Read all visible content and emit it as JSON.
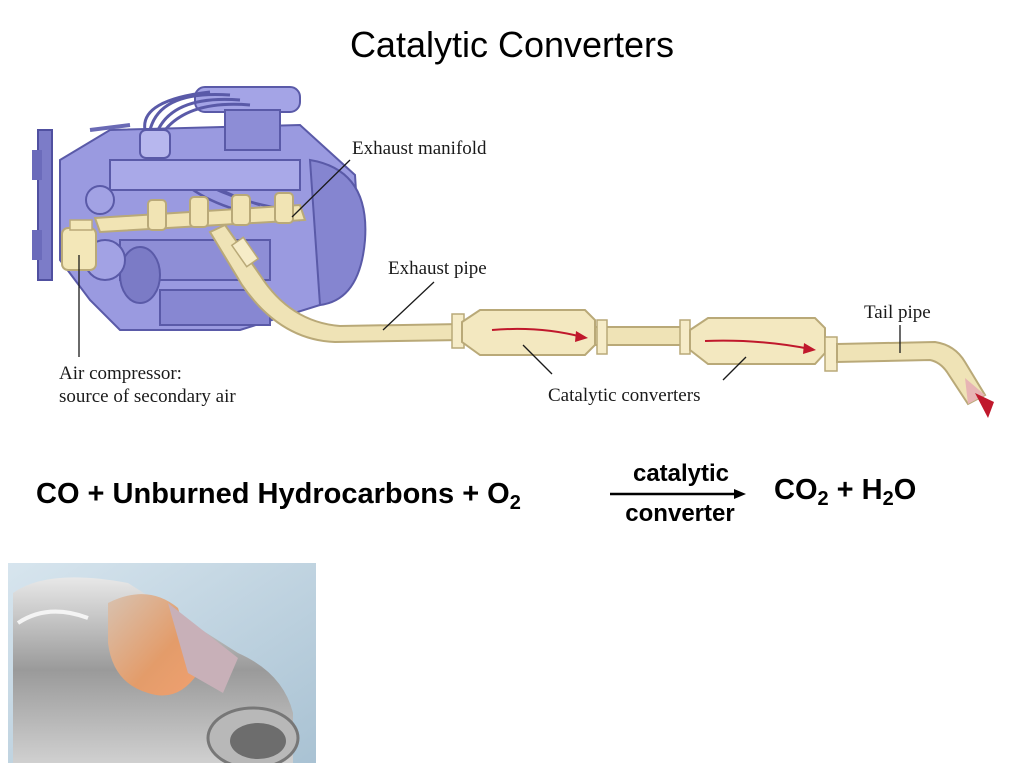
{
  "title": "Catalytic Converters",
  "diagram": {
    "labels": {
      "exhaust_manifold": "Exhaust manifold",
      "exhaust_pipe": "Exhaust pipe",
      "tail_pipe": "Tail pipe",
      "air_compressor_line1": "Air compressor:",
      "air_compressor_line2": "source of secondary air",
      "catalytic_converters": "Catalytic converters"
    }
  },
  "equation": {
    "reactants_text": "CO + Unburned Hydrocarbons + O",
    "reactants_sub": "2",
    "arrow_top": "catalytic",
    "arrow_bottom": "converter",
    "product1": "CO",
    "product1_sub": "2",
    "plus": " + H",
    "product2_sub": "2",
    "product2_end": "O"
  },
  "colors": {
    "engine": "#8f8fd8",
    "engine_dark": "#5f5fb0",
    "pipe": "#eee2b4",
    "pipe_edge": "#b9a978",
    "flow_arrow": "#c0182c",
    "photo_bg": "#c5d9e6"
  }
}
